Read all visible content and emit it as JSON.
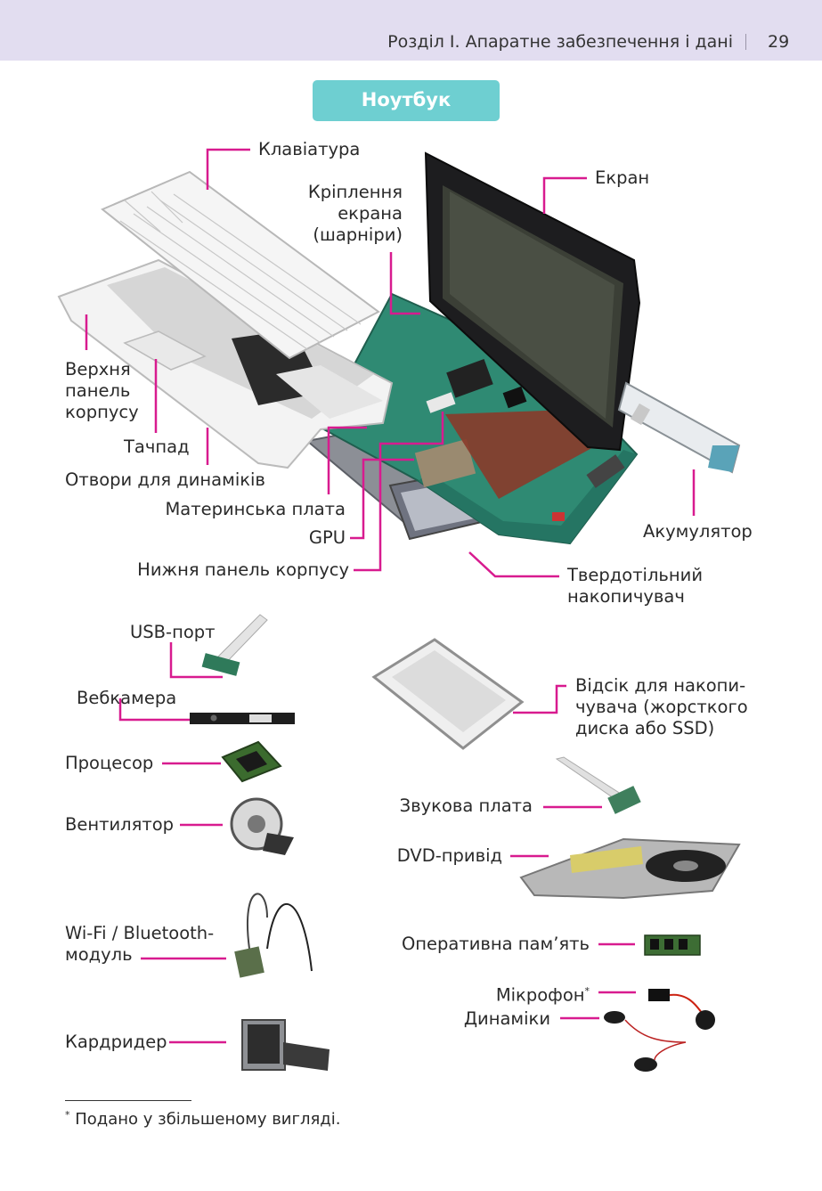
{
  "header": {
    "chapter": "Розділ І. Апаратне забезпечення і дані",
    "page_number": "29",
    "background": "#e2ddf0"
  },
  "title": "Ноутбук",
  "colors": {
    "accent": "#6ecfd1",
    "leader": "#d81b8f"
  },
  "labels": {
    "keyboard": "Клавіатура",
    "hinge": [
      "Кріплення",
      "екрана",
      "(шарніри)"
    ],
    "screen": "Екран",
    "top_case": [
      "Верхня",
      "панель",
      "корпусу"
    ],
    "touchpad": "Тачпад",
    "speaker_holes": "Отвори для динаміків",
    "motherboard": "Материнська плата",
    "gpu": "GPU",
    "bottom_case": "Нижня панель корпусу",
    "battery": "Акумулятор",
    "ssd": [
      "Твердотільний",
      "накопичувач"
    ],
    "usb_port": "USB-порт",
    "webcam": "Вебкамера",
    "cpu": "Процесор",
    "fan": "Вентилятор",
    "wifi": [
      "Wi-Fi / Bluetooth-",
      "модуль"
    ],
    "card_reader": "Кардридер",
    "drive_bay": [
      "Відсік для накопи-",
      "чувача (жорсткого",
      "диска або SSD)"
    ],
    "sound_card": "Звукова плата",
    "dvd": "DVD-привід",
    "ram": "Оперативна пам’ять",
    "microphone": "Мікрофон",
    "microphone_mark": "*",
    "speakers": "Динаміки"
  },
  "footnote": {
    "mark": "*",
    "text": " Подано у збільшеному вигляді."
  }
}
